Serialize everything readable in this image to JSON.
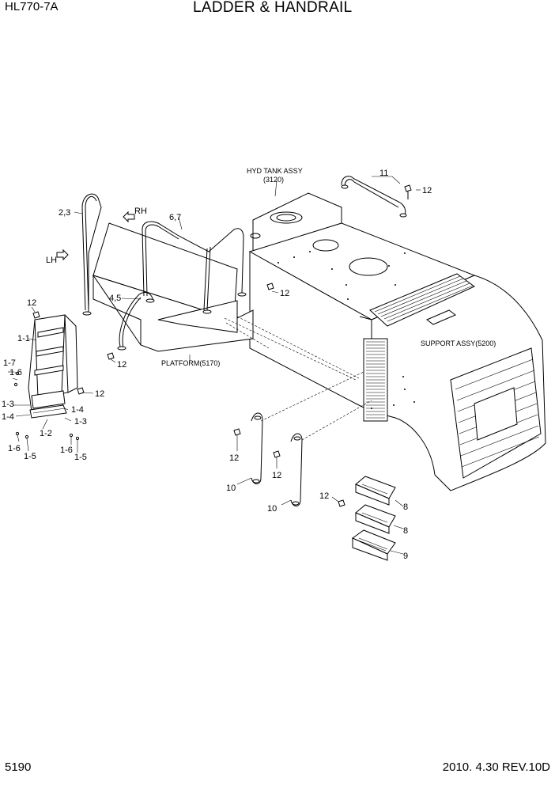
{
  "header": {
    "model": "HL770-7A",
    "title": "LADDER & HANDRAIL"
  },
  "footer": {
    "page_number": "5190",
    "revision": "2010. 4.30  REV.10D"
  },
  "assembly_refs": {
    "hyd_tank_line1": "HYD TANK ASSY",
    "hyd_tank_line2": "(3120)",
    "platform": "PLATFORM(5170)",
    "support": "SUPPORT ASSY(5200)"
  },
  "direction_labels": {
    "rh": "RH",
    "lh": "LH"
  },
  "callouts": {
    "c11": "11",
    "c12_tank": "12",
    "c23": "2,3",
    "c67": "6,7",
    "c45": "4,5",
    "c12_platform": "12",
    "c12_ladder_top": "12",
    "c12_ladder_bottom": "12",
    "c12_45": "12",
    "c11_ladder": "1-1",
    "c17": "1-7",
    "c16a": "1-6",
    "c13a": "1-3",
    "c14a": "1-4",
    "c12_part": "1-2",
    "c14b": "1-4",
    "c13b": "1-3",
    "c16b": "1-6",
    "c15a": "1-5",
    "c16c": "1-6",
    "c15b": "1-5",
    "c12_h1": "12",
    "c12_h2": "12",
    "c10a": "10",
    "c10b": "10",
    "c12_step": "12",
    "c8a": "8",
    "c8b": "8",
    "c9": "9"
  }
}
